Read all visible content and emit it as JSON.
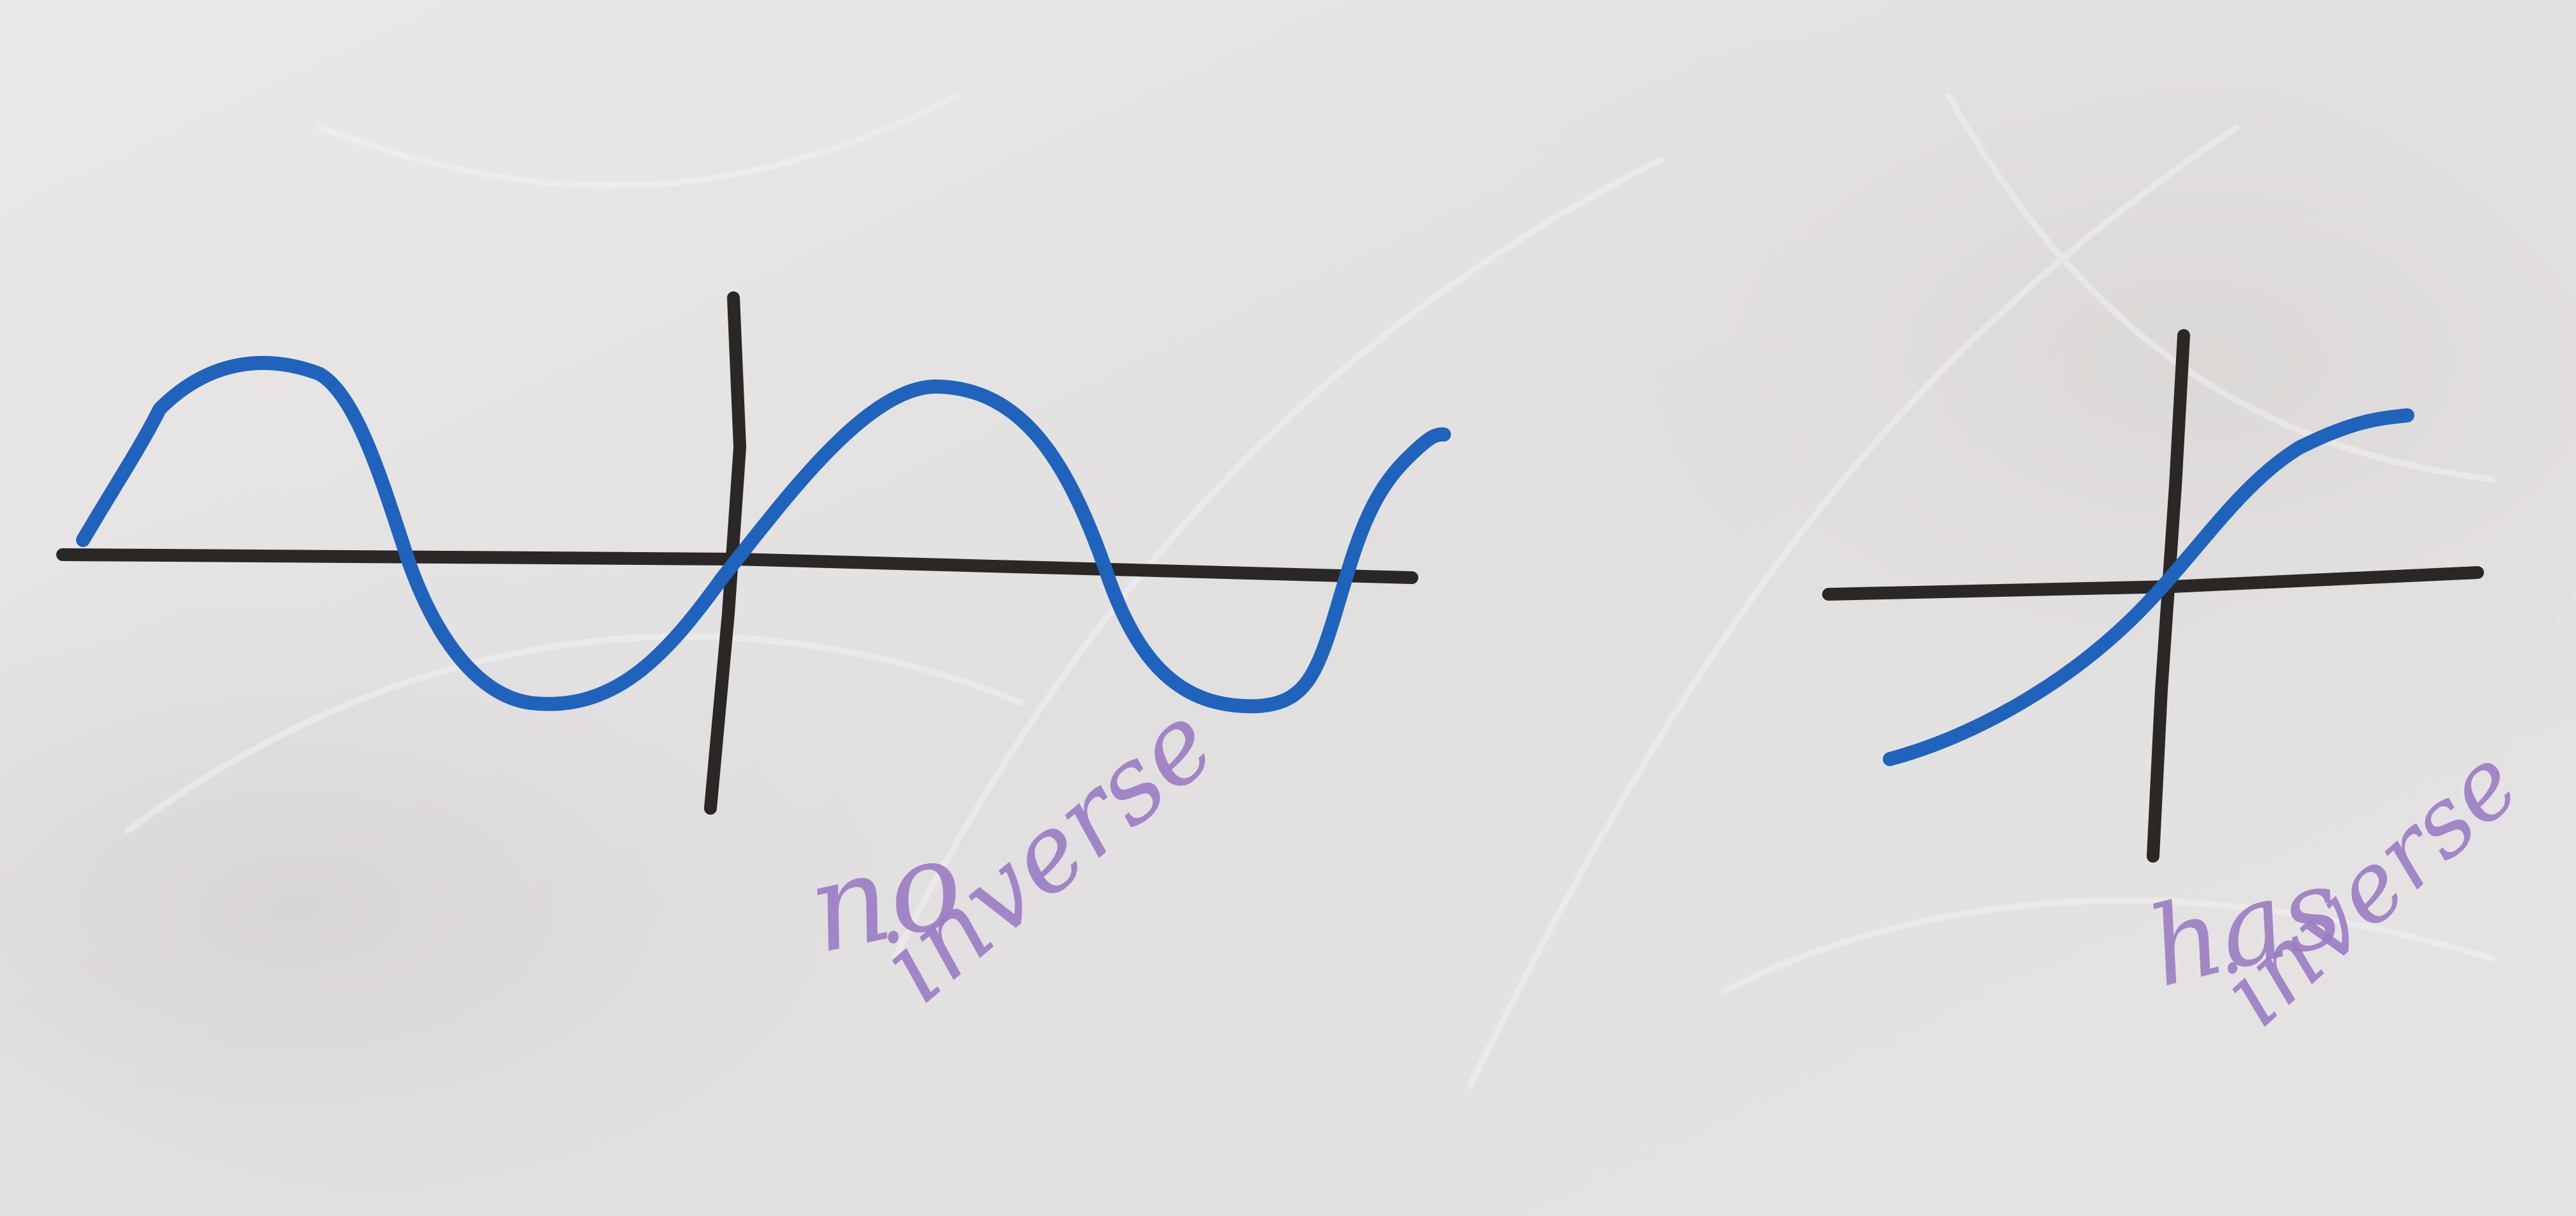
{
  "colors": {
    "board": "#e4e2e1",
    "axis": "#2b2725",
    "curve": "#1f63bd",
    "annotation": "#9b7cc4"
  },
  "left_graph": {
    "curve": "sine-wave",
    "label_line1": "no",
    "label_line2": "inverse"
  },
  "right_graph": {
    "curve": "increasing-s-curve",
    "label_line1": "has",
    "label_line2": "inverse"
  }
}
